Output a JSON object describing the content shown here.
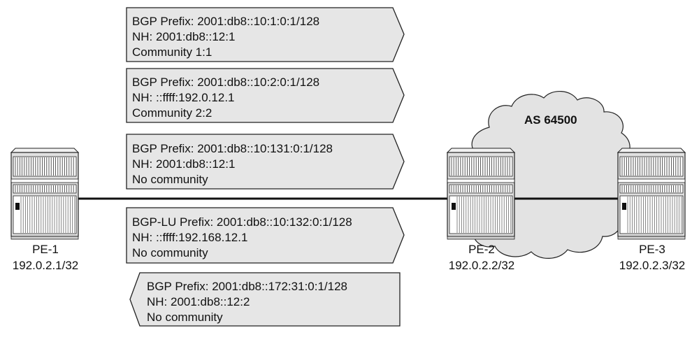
{
  "cloud": {
    "label": "AS 64500"
  },
  "nodes": [
    {
      "id": "pe1",
      "name": "PE-1",
      "address": "192.0.2.1/32"
    },
    {
      "id": "pe2",
      "name": "PE-2",
      "address": "192.0.2.2/32"
    },
    {
      "id": "pe3",
      "name": "PE-3",
      "address": "192.0.2.3/32"
    }
  ],
  "messages": [
    {
      "direction": "right",
      "lines": [
        "BGP Prefix: 2001:db8::10:1:0:1/128",
        "NH: 2001:db8::12:1",
        "Community 1:1"
      ]
    },
    {
      "direction": "right",
      "lines": [
        "BGP Prefix: 2001:db8::10:2:0:1/128",
        "NH: ::ffff:192.0.12.1",
        "Community 2:2"
      ]
    },
    {
      "direction": "right",
      "lines": [
        "BGP Prefix: 2001:db8::10:131:0:1/128",
        "NH: 2001:db8::12:1",
        "No community"
      ]
    },
    {
      "direction": "right",
      "lines": [
        "BGP-LU Prefix: 2001:db8::10:132:0:1/128",
        "NH: ::ffff:192.168.12.1",
        "No community"
      ]
    },
    {
      "direction": "left",
      "lines": [
        "BGP Prefix: 2001:db8::172:31:0:1/128",
        "NH: 2001:db8::12:2",
        "No community"
      ]
    }
  ],
  "colors": {
    "message_fill": "#e6e6e6",
    "cloud_fill": "#e3e3e3",
    "router_fill": "#e0e0e0",
    "stroke": "#222222"
  }
}
